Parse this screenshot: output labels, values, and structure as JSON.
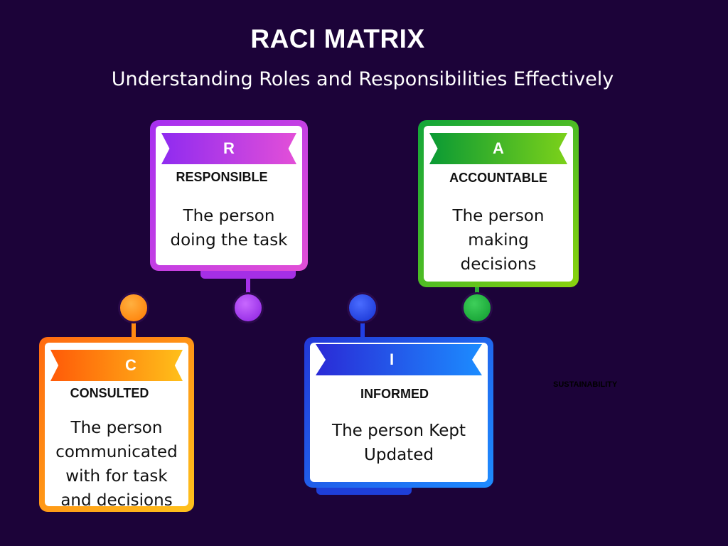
{
  "title": "RACI MATRIX",
  "subtitle": "Understanding Roles and Responsibilities Effectively",
  "cards": {
    "r": {
      "letter": "R",
      "role": "RESPONSIBLE",
      "desc": [
        "The person",
        "doing the task"
      ]
    },
    "a": {
      "letter": "A",
      "role": "ACCOUNTABLE",
      "desc": [
        "The person",
        "making",
        "decisions"
      ]
    },
    "c": {
      "letter": "C",
      "role": "CONSULTED",
      "desc": [
        "The person",
        "communicated",
        "with for task",
        "and decisions"
      ]
    },
    "i": {
      "letter": "I",
      "role": "INFORMED",
      "desc": [
        "The person Kept",
        "Updated"
      ]
    }
  },
  "footnote": "SUSTAINABILITY",
  "colors": {
    "background": "#1c0339",
    "responsible": "#b02cf0",
    "accountable": "#12a63a",
    "consulted": "#ff7a10",
    "informed": "#1f46e0"
  }
}
